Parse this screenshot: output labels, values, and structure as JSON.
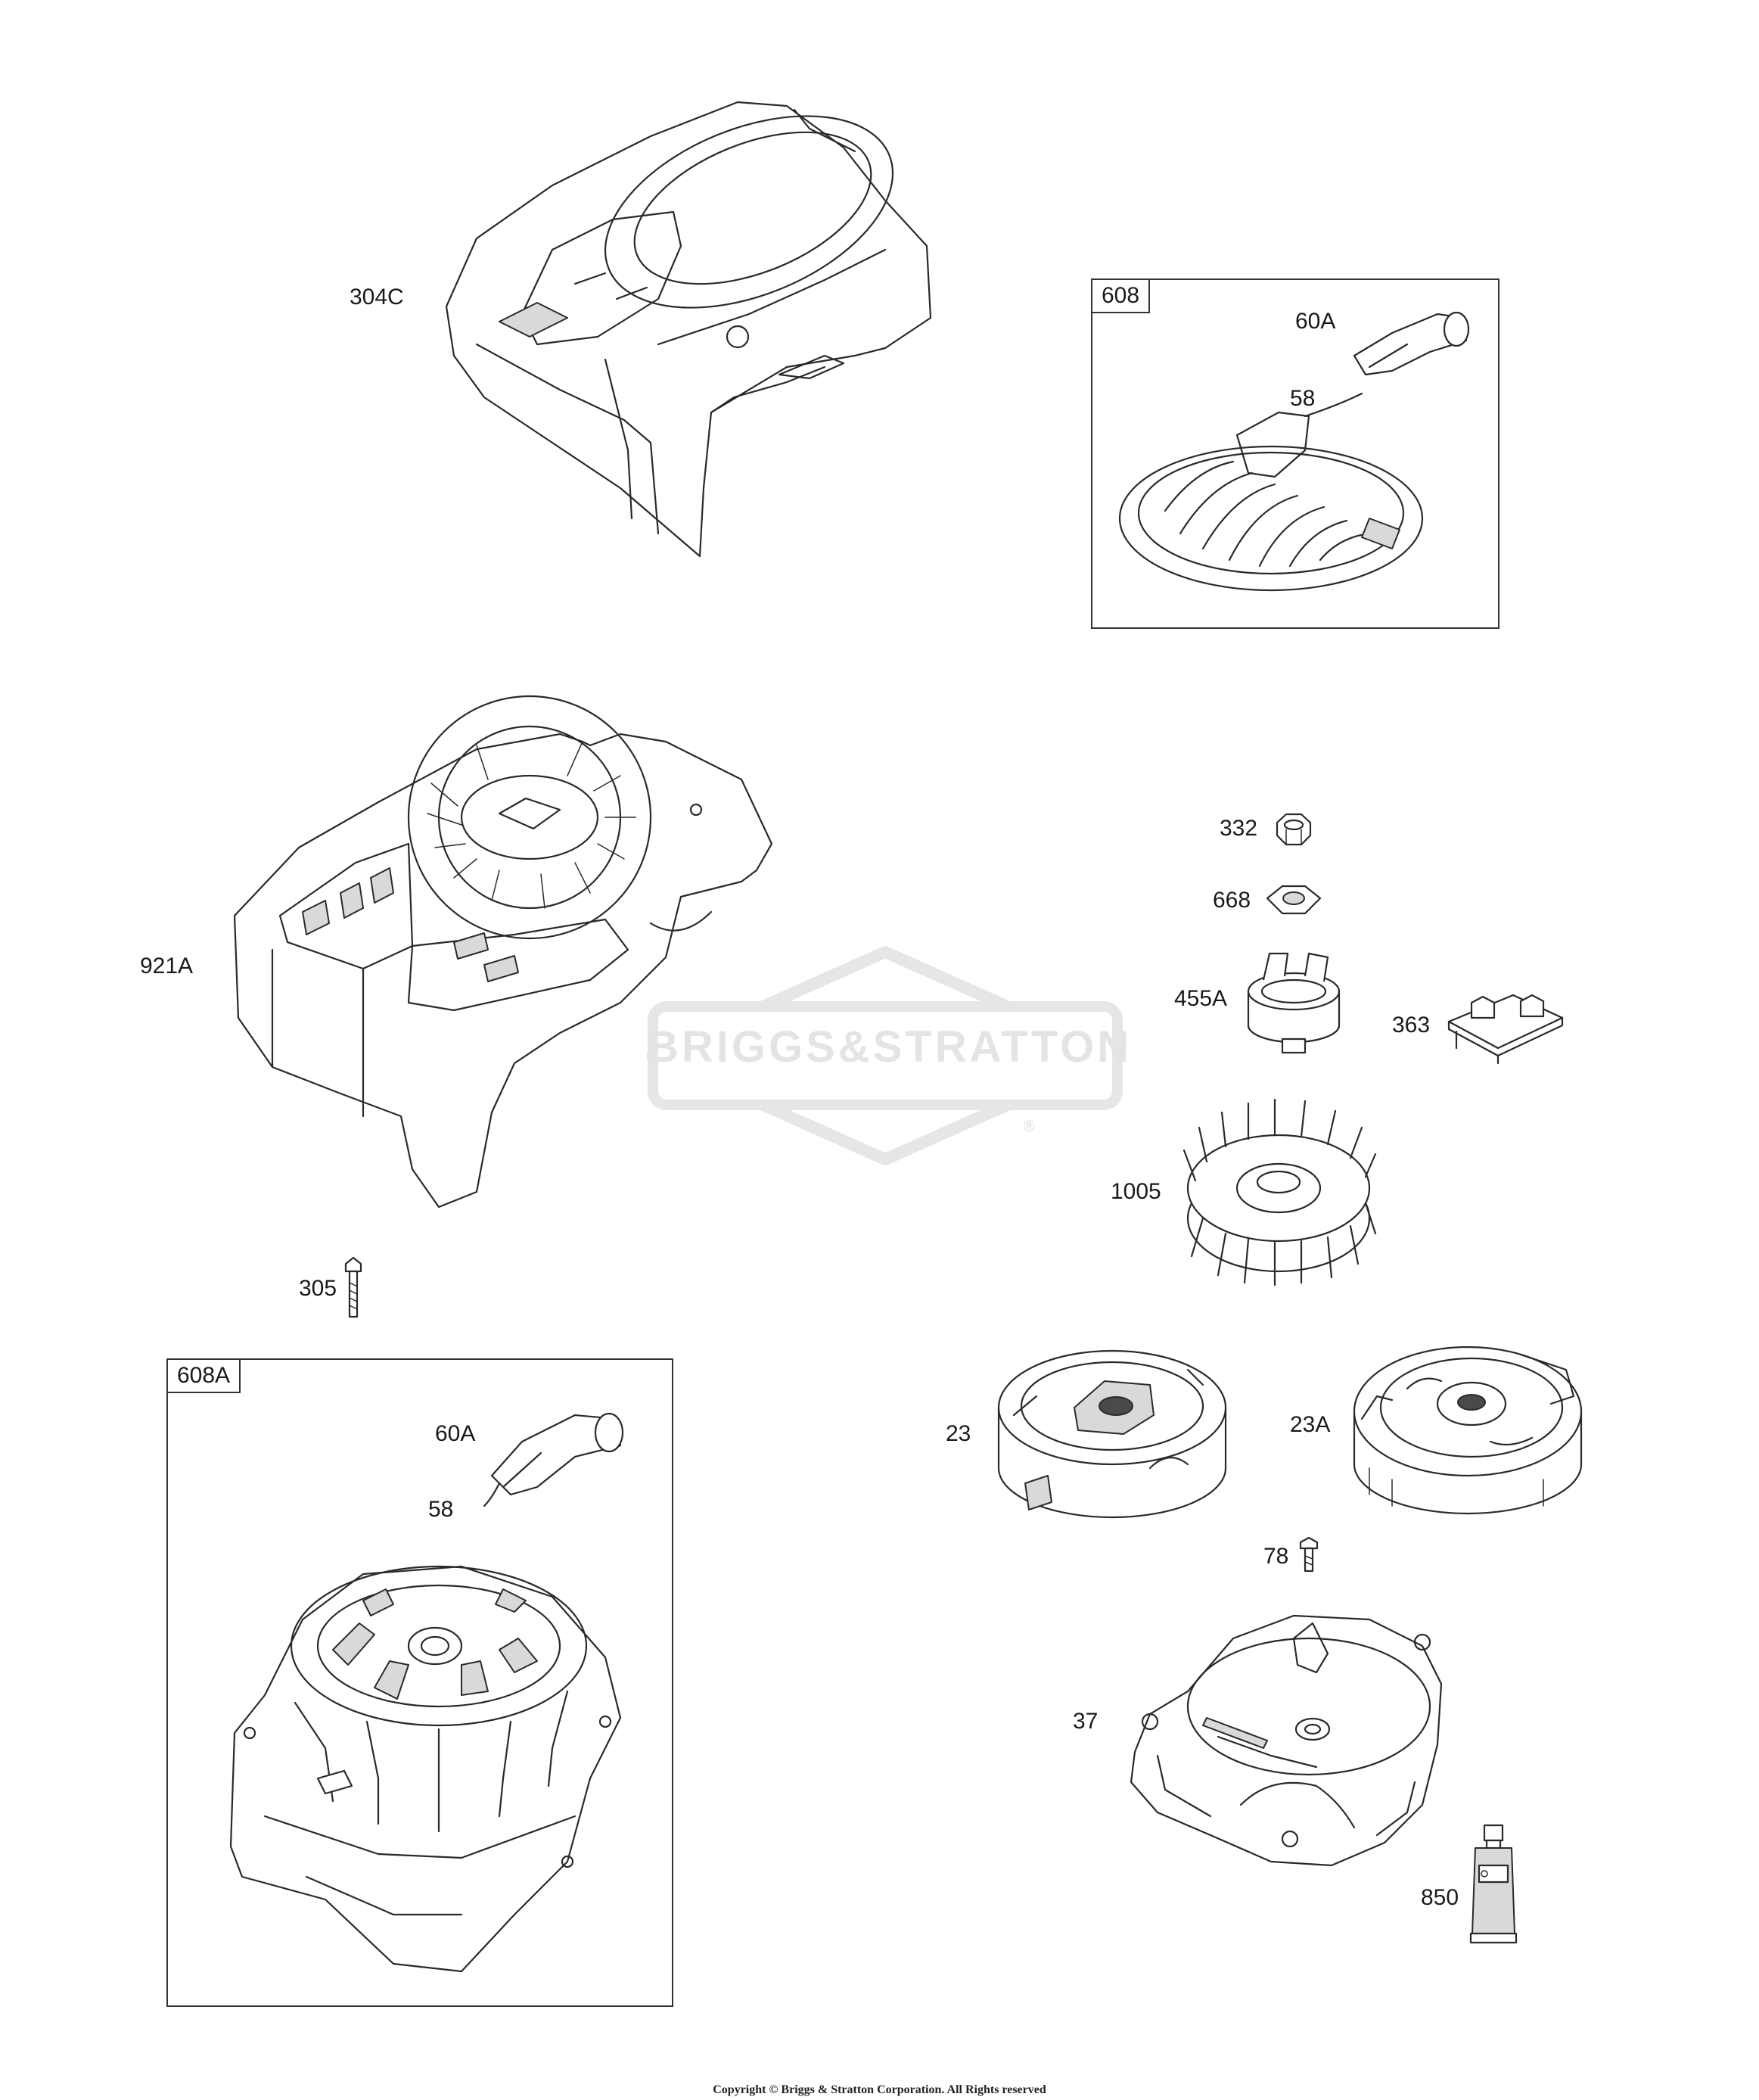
{
  "watermark": {
    "text": "BRIGGS&STRATTON",
    "mark": "®"
  },
  "kits": {
    "k608": {
      "label": "608"
    },
    "k608a": {
      "label": "608A"
    }
  },
  "callouts": {
    "c304c": "304C",
    "c608_60a": "60A",
    "c608_58": "58",
    "c921a": "921A",
    "c332": "332",
    "c668": "668",
    "c455a": "455A",
    "c363": "363",
    "c1005": "1005",
    "c305": "305",
    "c608a_60a": "60A",
    "c608a_58": "58",
    "c23": "23",
    "c23a": "23A",
    "c78": "78",
    "c37": "37",
    "c850": "850"
  },
  "footer": {
    "copyright": "Copyright © Briggs & Stratton Corporation. All Rights reserved"
  }
}
